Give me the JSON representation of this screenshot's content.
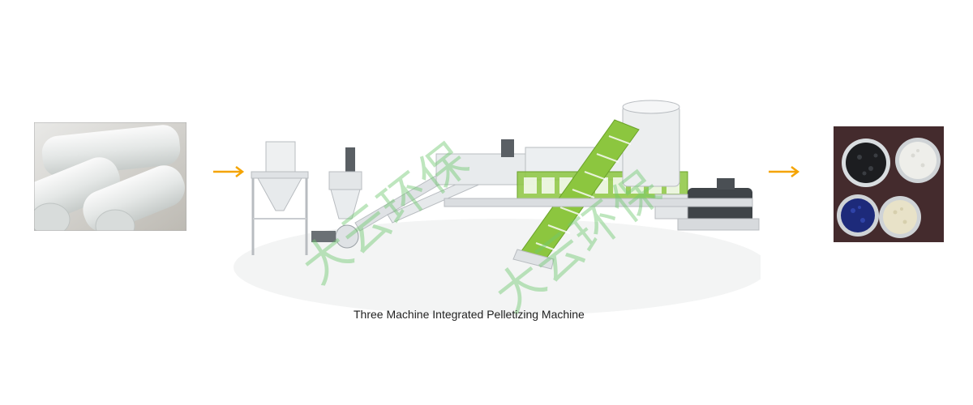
{
  "caption": "Three Machine Integrated Pelletizing Machine",
  "watermark": "大云环保",
  "colors": {
    "arrow": "#f5a400",
    "machine_green": "#8cc63f",
    "machine_grey": "#c9ccd0",
    "watermark": "#6ec86e"
  },
  "icons": {
    "input": "plastic-film-rolls-photo",
    "output": "plastic-pellets-bowls-photo",
    "arrows": "arrow-right-icon"
  }
}
